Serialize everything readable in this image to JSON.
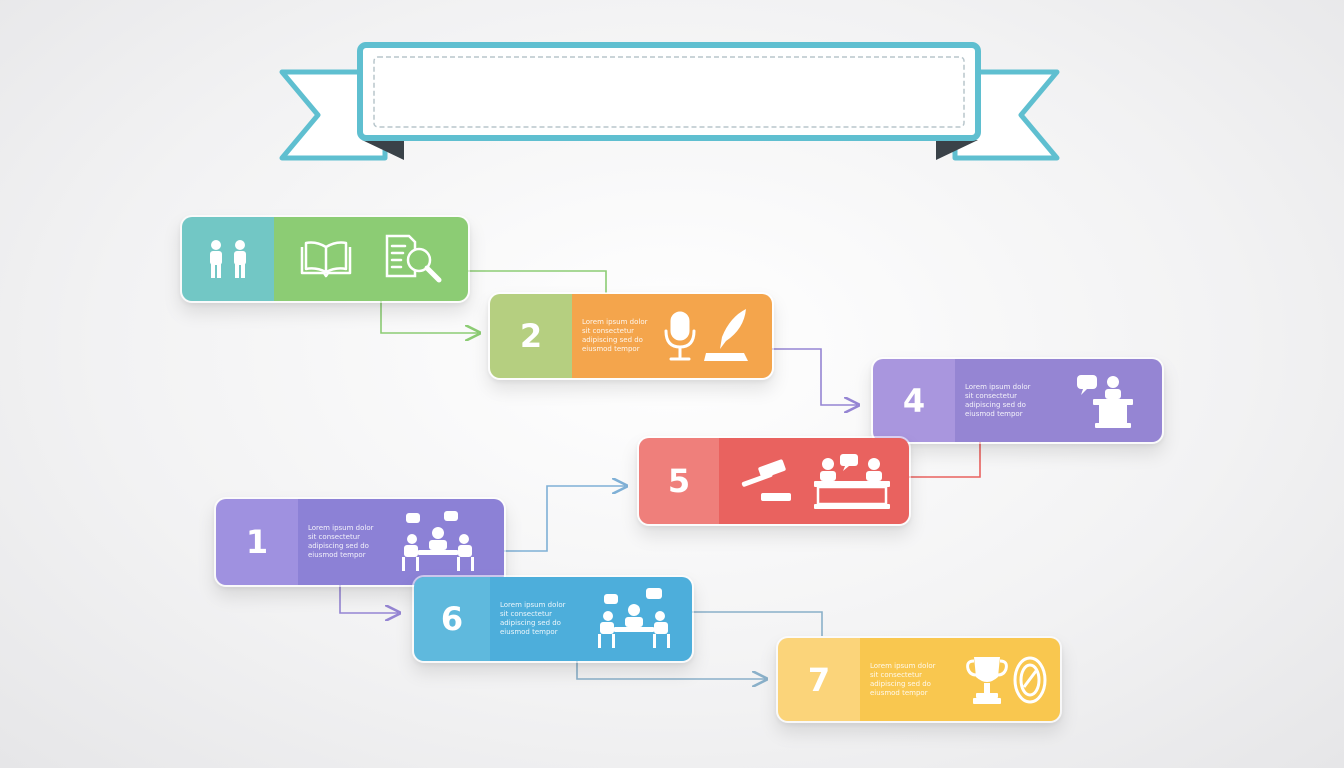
{
  "banner": {
    "title": ""
  },
  "steps": [
    {
      "id": "intro",
      "number": "",
      "text": "",
      "colors": {
        "left": "#72c7c5",
        "right": "#8ccc74"
      },
      "icons": [
        "people-icon",
        "open-book-icon",
        "document-search-icon"
      ]
    },
    {
      "id": "2",
      "number": "2",
      "text": "Lorem ipsum dolor sit consectetur adipiscing sed do eiusmod tempor",
      "colors": {
        "left": "#b5cf80",
        "right": "#f4a54c"
      },
      "icons": [
        "microphone-icon",
        "quill-icon"
      ]
    },
    {
      "id": "4",
      "number": "4",
      "text": "Lorem ipsum dolor sit consectetur adipiscing sed do eiusmod tempor",
      "colors": {
        "left": "#a996de",
        "right": "#9585d3"
      },
      "icons": [
        "podium-speech-icon"
      ]
    },
    {
      "id": "5",
      "number": "5",
      "text": "",
      "colors": {
        "left": "#ef7f7b",
        "right": "#e9625f"
      },
      "icons": [
        "gavel-icon",
        "court-bench-icon"
      ]
    },
    {
      "id": "1",
      "number": "1",
      "text": "Lorem ipsum dolor sit consectetur adipiscing sed do eiusmod tempor",
      "colors": {
        "left": "#9f91e0",
        "right": "#8c81d6"
      },
      "icons": [
        "meeting-table-icon"
      ]
    },
    {
      "id": "6",
      "number": "6",
      "text": "Lorem ipsum dolor sit consectetur adipiscing sed do eiusmod tempor",
      "colors": {
        "left": "#5fb9dd",
        "right": "#4daedb"
      },
      "icons": [
        "meeting-table-icon"
      ]
    },
    {
      "id": "7",
      "number": "7",
      "text": "Lorem ipsum dolor sit consectetur adipiscing sed do eiusmod tempor",
      "colors": {
        "left": "#fbd47a",
        "right": "#f9c74f"
      },
      "icons": [
        "trophy-icon",
        "medal-icon"
      ]
    }
  ],
  "connector_colors": {
    "intro-to-2": "#8ccc74",
    "2-to-4": "#9585d3",
    "4-to-5": "#e9625f",
    "1-to-5": "#7fb0d6",
    "1-to-6": "#9585d3",
    "6-to-7": "#8ab0c9"
  }
}
